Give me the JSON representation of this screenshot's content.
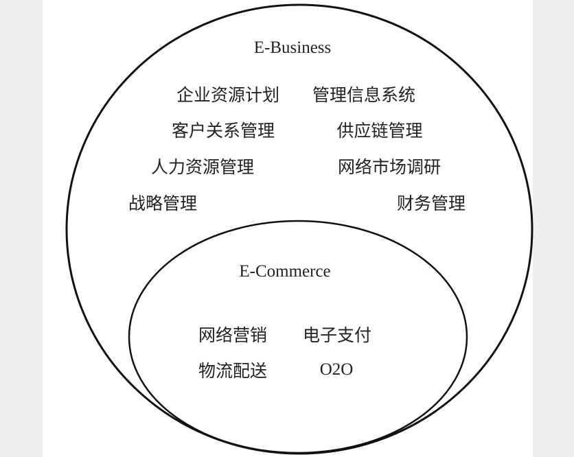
{
  "outer": {
    "title": "E-Business",
    "items": [
      "企业资源计划",
      "管理信息系统",
      "客户关系管理",
      "供应链管理",
      "人力资源管理",
      "网络市场调研",
      "战略管理",
      "财务管理"
    ]
  },
  "inner": {
    "title": "E-Commerce",
    "items": [
      "网络营销",
      "电子支付",
      "物流配送",
      "O2O"
    ]
  }
}
